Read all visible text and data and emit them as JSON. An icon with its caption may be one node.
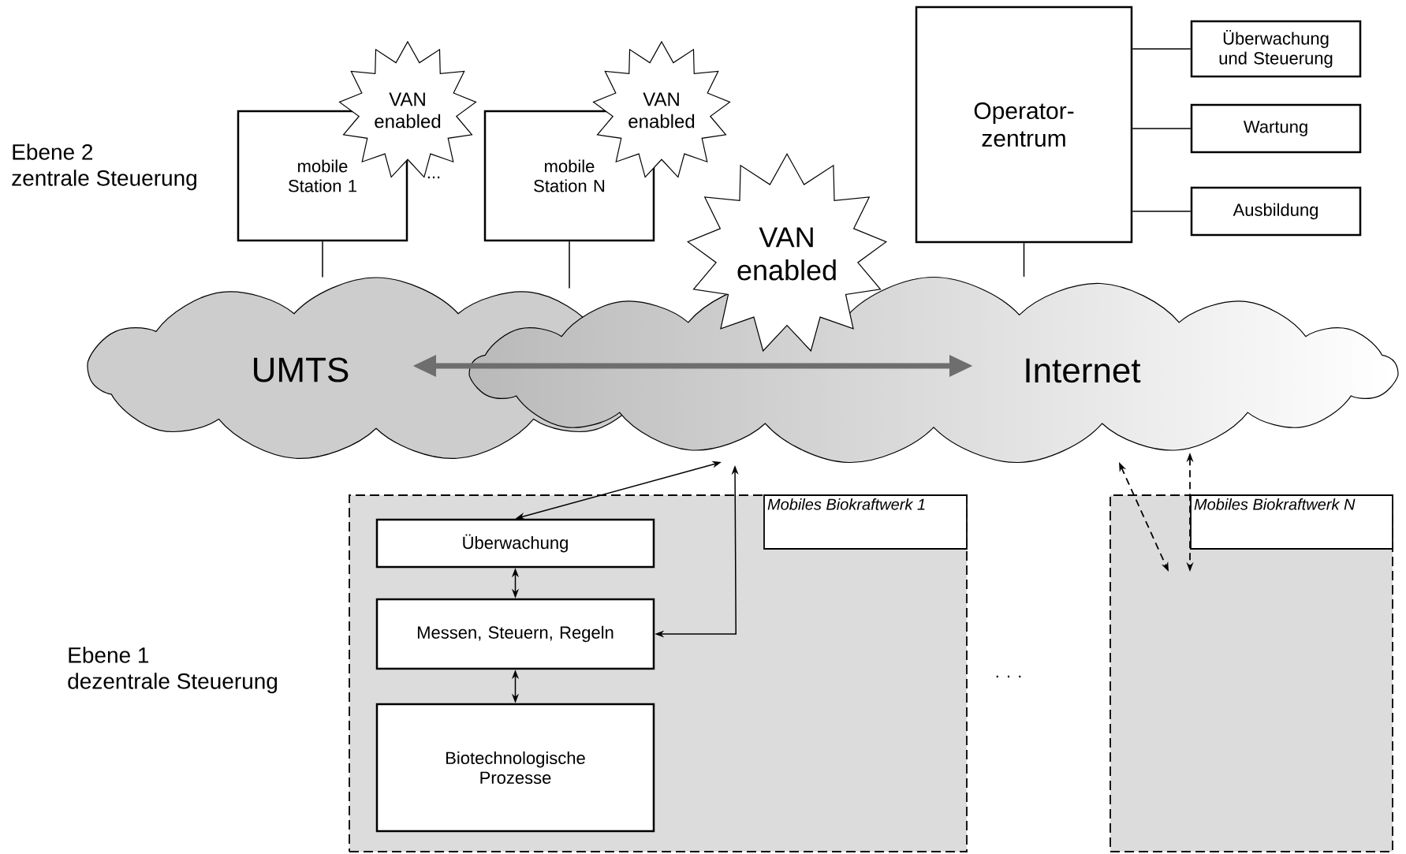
{
  "diagram": {
    "nodes": [
      {
        "text": [
          "mobile Station 1"
        ]
      },
      {
        "text": [
          "VAN enabled"
        ]
      },
      {
        "text": [
          "mobile Station N"
        ]
      },
      {
        "text": [
          "VAN enabled"
        ]
      },
      {
        "text": [
          "Operator- zentrum"
        ]
      },
      {
        "text": [
          "Überwachung und Steuerung"
        ]
      },
      {
        "text": [
          "Wartung"
        ]
      },
      {
        "text": [
          "Ausbildung"
        ]
      },
      {
        "text": [
          "UMTS"
        ]
      },
      {
        "text": [
          "Internet"
        ]
      },
      {
        "text": [
          "VAN enabled"
        ]
      },
      {
        "text": [
          "Mobiles Biokraftwerk 1"
        ]
      },
      {
        "text": [
          "Überwachung"
        ],
        "in": 11
      },
      {
        "text": [
          "Messen, Steuern, Regeln"
        ],
        "in": 11
      },
      {
        "text": [
          "Biotechnologische Prozesse"
        ],
        "in": 11
      },
      {
        "text": [
          "Mobiles Biokraftwerk N"
        ]
      }
    ],
    "edges": [
      {
        "from": 0,
        "to": 8,
        "arrow": "none"
      },
      {
        "from": 2,
        "to": 8,
        "arrow": "none"
      },
      {
        "from": 4,
        "to": 9,
        "arrow": "none"
      },
      {
        "from": 4,
        "to": 5,
        "arrow": "none"
      },
      {
        "from": 4,
        "to": 6,
        "arrow": "none"
      },
      {
        "from": 4,
        "to": 7,
        "arrow": "none"
      },
      {
        "from": 8,
        "to": 9,
        "arrow": "both",
        "style": "thick",
        "color": "#6e6e6e"
      },
      {
        "from": 9,
        "to": 12,
        "arrow": "both"
      },
      {
        "from": 9,
        "to": 13,
        "arrow": "both"
      },
      {
        "from": 12,
        "to": 13,
        "arrow": "both"
      },
      {
        "from": 13,
        "to": 14,
        "arrow": "both"
      },
      {
        "from": 9,
        "to": 15,
        "arrow": "both",
        "style": "dashed"
      },
      {
        "from": 9,
        "to": 15,
        "arrow": "both",
        "style": "dashed"
      }
    ],
    "labels": [
      "Ebene 2 zentrale Steuerung",
      "...",
      "Ebene 1 dezentrale Steuerung",
      ". . ."
    ]
  }
}
